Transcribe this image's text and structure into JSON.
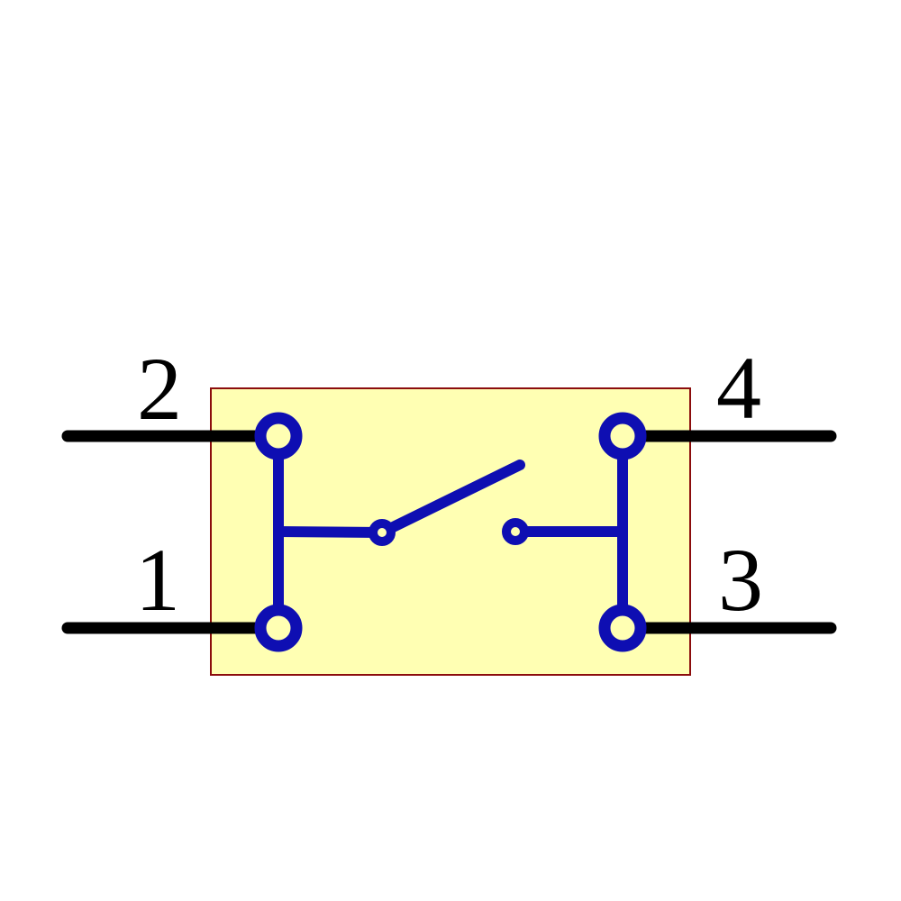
{
  "component": {
    "kind": "pushbutton-switch-schematic-symbol",
    "switch_state": "open",
    "colors": {
      "body_fill": "#ffffb3",
      "body_border": "#8b0d0d",
      "symbol_blue": "#0e0eb2",
      "lead_black": "#000000",
      "label_black": "#000000",
      "page_background": "#ffffff"
    },
    "pins": [
      {
        "label": "1",
        "side": "left",
        "row": "bottom"
      },
      {
        "label": "2",
        "side": "left",
        "row": "top"
      },
      {
        "label": "3",
        "side": "right",
        "row": "bottom"
      },
      {
        "label": "4",
        "side": "right",
        "row": "top"
      }
    ]
  }
}
